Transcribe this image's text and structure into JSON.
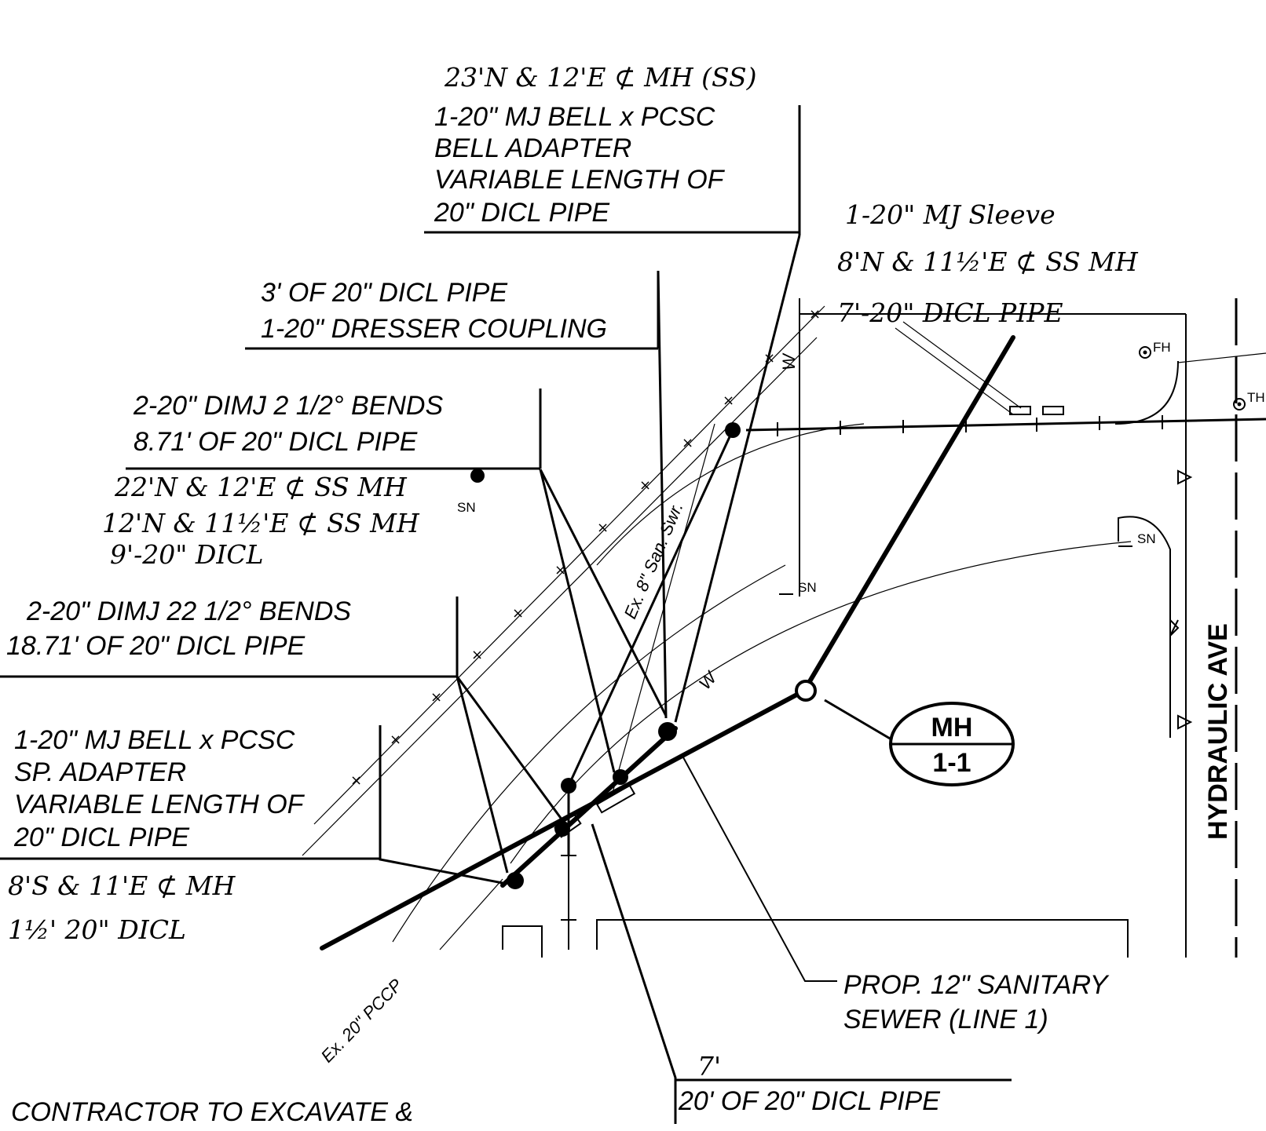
{
  "street": {
    "name": "HYDRAULIC AVE"
  },
  "manhole": {
    "top": "MH",
    "bottom": "1-1"
  },
  "callouts": {
    "top_note": "23'N & 12'E ⊄ MH (SS)",
    "box1": [
      "1-20\" MJ BELL x PCSC",
      "BELL ADAPTER",
      "VARIABLE LENGTH OF",
      "20\" DICL PIPE"
    ],
    "sleeve_note": [
      "1-20\" MJ Sleeve",
      "8'N & 11½'E ⊄ SS MH",
      "7'-20\" DICL PIPE"
    ],
    "box2": [
      "3' OF 20\" DICL PIPE",
      "1-20\" DRESSER COUPLING"
    ],
    "box3": [
      "2-20\" DIMJ 2 1/2° BENDS",
      "8.71' OF 20\" DICL PIPE"
    ],
    "hand_mid": [
      "22'N & 12'E ⊄ SS MH",
      "12'N & 11½'E ⊄ SS MH",
      "9'-20\" DICL"
    ],
    "box4": [
      "2-20\" DIMJ 22 1/2° BENDS",
      "18.71' OF 20\" DICL PIPE"
    ],
    "box5": [
      "1-20\" MJ BELL x PCSC",
      "SP. ADAPTER",
      "VARIABLE LENGTH OF",
      "20\" DICL PIPE"
    ],
    "hand_low": [
      "8'S & 11'E ⊄ MH",
      "1½' 20\" DICL"
    ],
    "sewer": [
      "PROP. 12\" SANITARY",
      "SEWER (LINE 1)"
    ],
    "bottom_pipe": {
      "hand": "7'",
      "printed": "20' OF 20\" DICL PIPE"
    },
    "footer": "CONTRACTOR TO EXCAVATE &"
  },
  "utility_labels": {
    "ex_sewer": "Ex. 8\" San. Swr.",
    "ex_pccp": "Ex. 20\" PCCP",
    "sn": "SN",
    "fh": "FH",
    "th": "TH",
    "w": "W"
  }
}
